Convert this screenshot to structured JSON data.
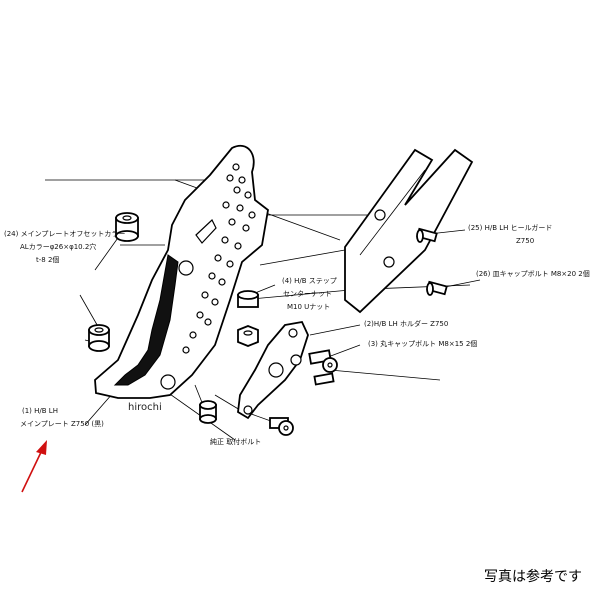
{
  "labels": {
    "p24_l1": "(24) メインプレートオフセットカラー",
    "p24_l2": "ALカラーφ26×φ10.2穴",
    "p24_l3": "t-8 2個",
    "p25_l1": "(25) H/B LH ヒールガード",
    "p25_l2": "Z750",
    "p26": "(26) 皿キャップボルト M8×20 2個",
    "p4_l1": "(4) H/B ステップ",
    "p4_l2": "センターナット",
    "p4_l3": "M10 Uナット",
    "p2": "(2)H/B LH ホルダー Z750",
    "p3": "(3) 丸キャップボルト M8×15 2個",
    "p1_l1": "(1) H/B LH",
    "p1_l2": "メインプレート Z750 (黒)",
    "stock": "純正 取付ボルト"
  },
  "watermark": "hirochi",
  "footer_note": "写真は参考です",
  "colors": {
    "line": "#000000",
    "arrow": "#d01010",
    "background": "#ffffff"
  }
}
